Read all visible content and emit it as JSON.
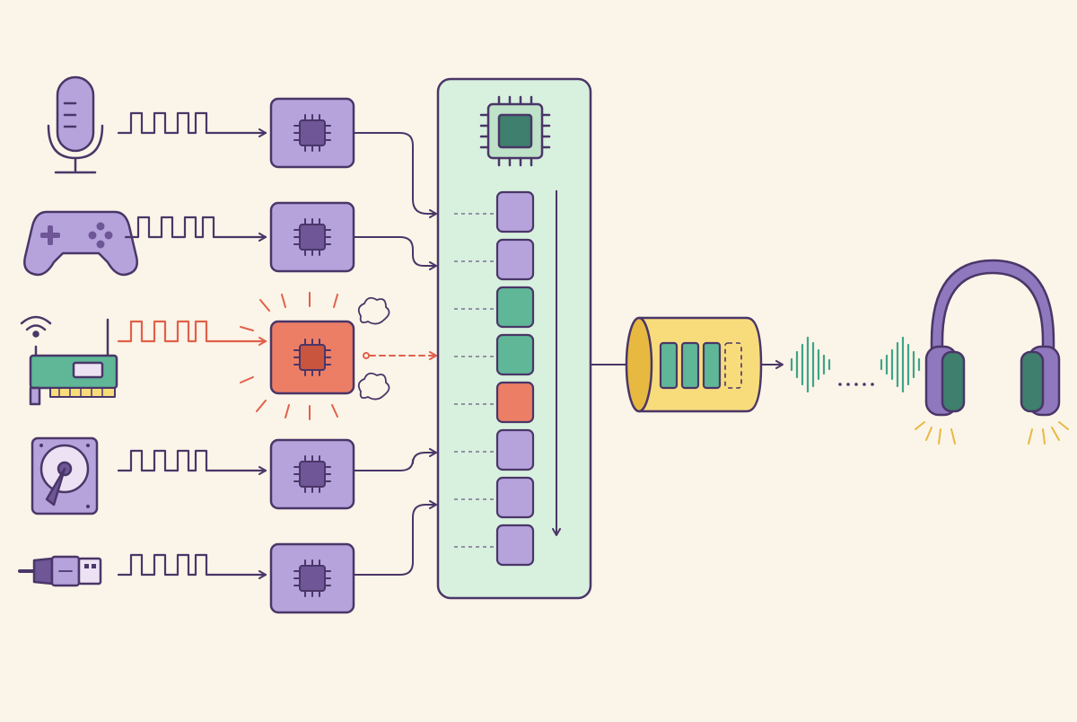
{
  "colors": {
    "background": "#fbf4e8",
    "ink": "#4a3668",
    "purple_fill": "#b6a3dc",
    "purple_dark": "#6e5697",
    "green_fill": "#d8f0de",
    "green_slot": "#5fb797",
    "red_fill": "#ec7e66",
    "red_dark": "#c9553f",
    "red_line": "#e1604a",
    "yellow_fill": "#f8dc7c",
    "yellow_dark": "#e7b940",
    "wave": "#3fa487"
  },
  "devices": [
    {
      "icon": "microphone-icon",
      "status": "normal"
    },
    {
      "icon": "gamepad-icon",
      "status": "normal"
    },
    {
      "icon": "wifi-network-card-icon",
      "status": "error"
    },
    {
      "icon": "hard-drive-icon",
      "status": "normal"
    },
    {
      "icon": "usb-plug-icon",
      "status": "normal"
    }
  ],
  "controller_chips": [
    {
      "device": "microphone-icon",
      "status": "normal"
    },
    {
      "device": "gamepad-icon",
      "status": "normal"
    },
    {
      "device": "wifi-network-card-icon",
      "status": "overheating"
    },
    {
      "device": "hard-drive-icon",
      "status": "normal"
    },
    {
      "device": "usb-plug-icon",
      "status": "normal"
    }
  ],
  "cpu_queue": {
    "processor_icon": "cpu-chip-icon",
    "slots": [
      "purple",
      "purple",
      "green",
      "green",
      "red",
      "purple",
      "purple",
      "purple"
    ]
  },
  "buffer": {
    "filled_cells": 3,
    "empty_cells": 1
  },
  "output_icon": "headphones-icon"
}
